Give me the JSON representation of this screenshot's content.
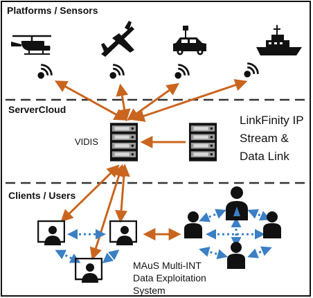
{
  "sections": {
    "platforms_title": "Platforms / Sensors",
    "server_title": "ServerCloud",
    "clients_title": "Clients / Users"
  },
  "nodes": {
    "vidis_label": "VIDIS",
    "link_lines": [
      "LinkFinity IP",
      "Stream &",
      "Data Link"
    ],
    "maus_lines": [
      "MAuS Multi-INT",
      "Data Exploitation",
      "System"
    ]
  },
  "icons": {
    "platforms": [
      "helicopter-icon",
      "fixed-wing-aircraft-icon",
      "ground-vehicle-icon",
      "ship-icon"
    ],
    "sensor": "sensor-signal-icon",
    "server": "server-rack-icon",
    "client": "user-workstation-icon",
    "user": "user-person-icon"
  },
  "colors": {
    "arrow": "#c9651f",
    "dotted_link": "#3b7fc4",
    "separator": "#333333",
    "icon": "#111111"
  }
}
